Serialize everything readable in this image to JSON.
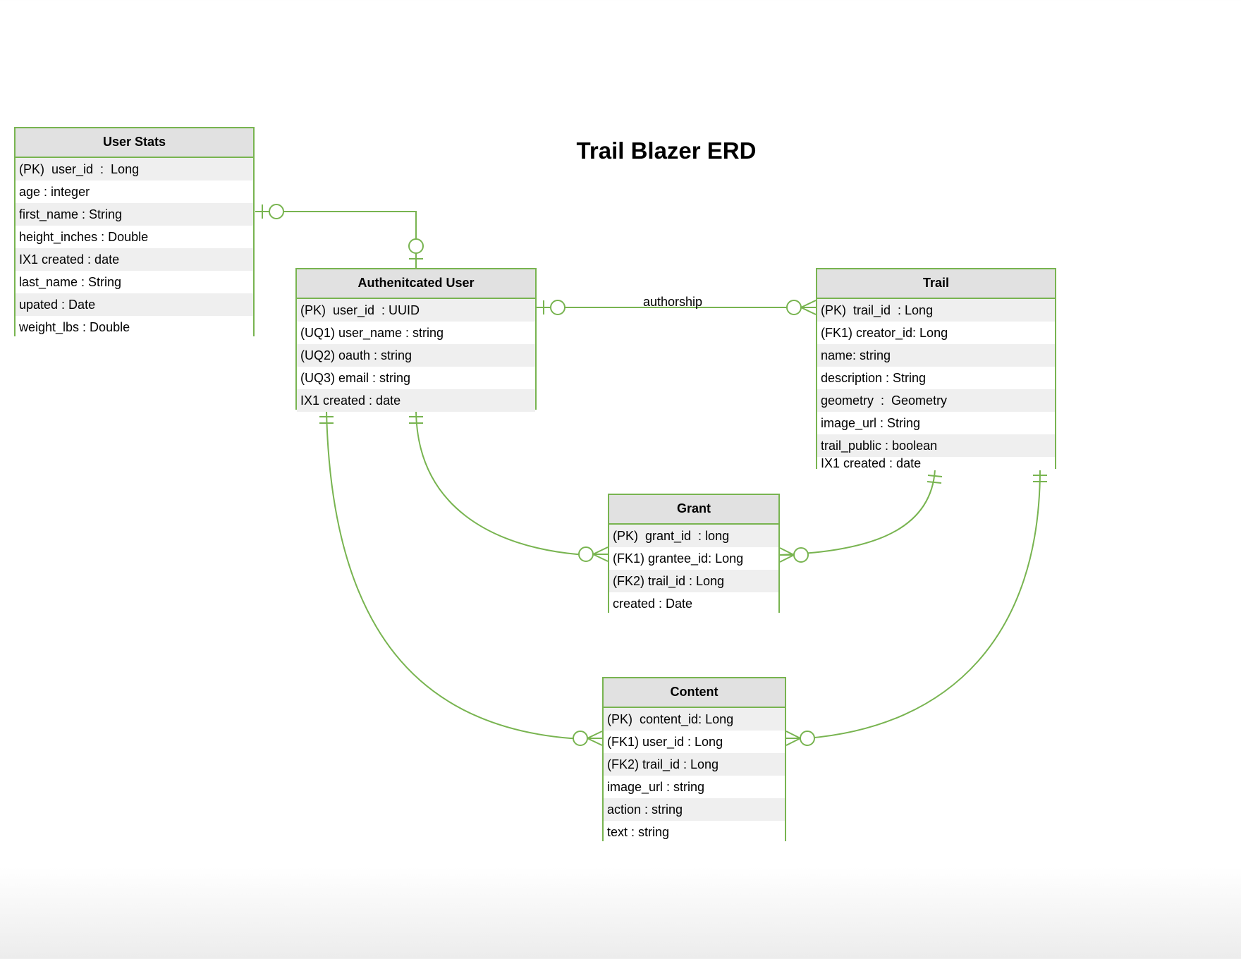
{
  "title": "Trail Blazer ERD",
  "colors": {
    "border": "#78b450",
    "header_bg": "#e1e1e1",
    "row_alt_bg": "#efefef"
  },
  "entities": {
    "user_stats": {
      "name": "User Stats",
      "fields": [
        "(PK)  user_id  :  Long",
        "age : integer",
        "first_name : String",
        "height_inches : Double",
        "IX1 created : date",
        "last_name : String",
        "upated : Date",
        "weight_lbs : Double"
      ]
    },
    "auth_user": {
      "name": "Authenitcated User",
      "fields": [
        "(PK)  user_id  : UUID",
        "(UQ1) user_name : string",
        "(UQ2) oauth : string",
        "(UQ3) email : string",
        "IX1 created : date"
      ]
    },
    "trail": {
      "name": "Trail",
      "fields": [
        "(PK)  trail_id  : Long",
        "(FK1) creator_id: Long",
        "name: string",
        "description : String",
        "geometry  :  Geometry",
        "image_url : String",
        "trail_public : boolean",
        "IX1 created : date"
      ]
    },
    "grant": {
      "name": "Grant",
      "fields": [
        "(PK)  grant_id  : long",
        "(FK1) grantee_id: Long",
        "(FK2) trail_id : Long",
        "created : Date"
      ]
    },
    "content": {
      "name": "Content",
      "fields": [
        "(PK)  content_id: Long",
        "(FK1) user_id : Long",
        "(FK2) trail_id : Long",
        "image_url : string",
        "action : string",
        "text : string"
      ]
    }
  },
  "relationships": {
    "authorship_label": "authorship"
  }
}
